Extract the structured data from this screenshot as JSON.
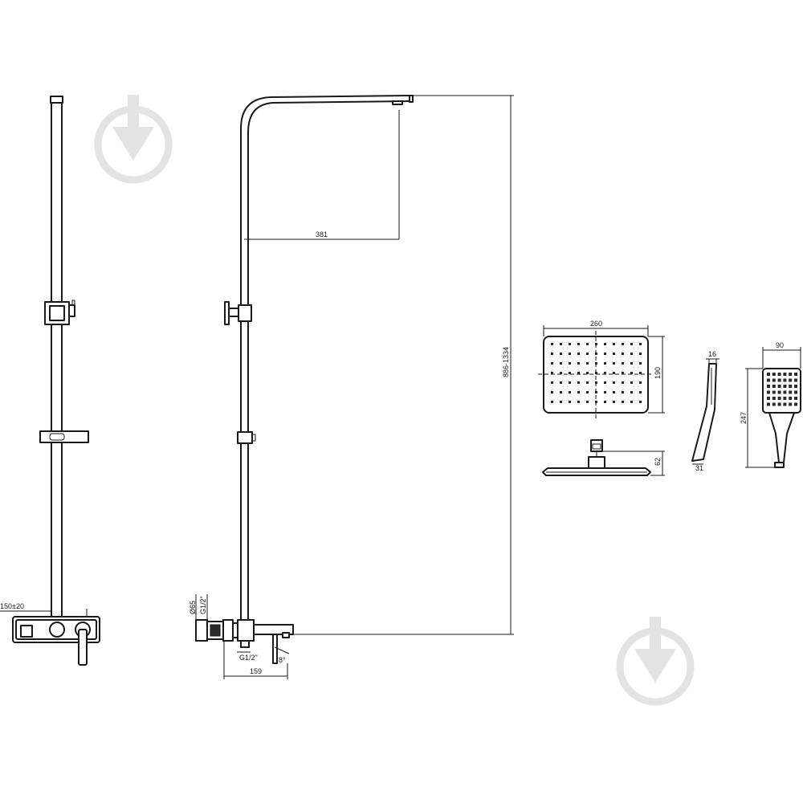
{
  "watermark": {
    "icon": "download-arrow-icon",
    "color": "#e3e3e3"
  },
  "dimensions": {
    "overhead_arm_reach": "381",
    "total_height": "886-1334",
    "rain_head_width": "260",
    "rain_head_depth": "190",
    "rain_head_height": "62",
    "hand_shower_thickness": "16",
    "hand_shower_base": "31",
    "hand_shower_head_width": "90",
    "hand_shower_length": "247",
    "mixer_center_distance": "150±20",
    "wall_flange_diameter": "Ø65",
    "inlet_thread": "G1/2\"",
    "outlet_thread": "G1/2\"",
    "spout_projection": "159",
    "spout_angle": "8°"
  }
}
